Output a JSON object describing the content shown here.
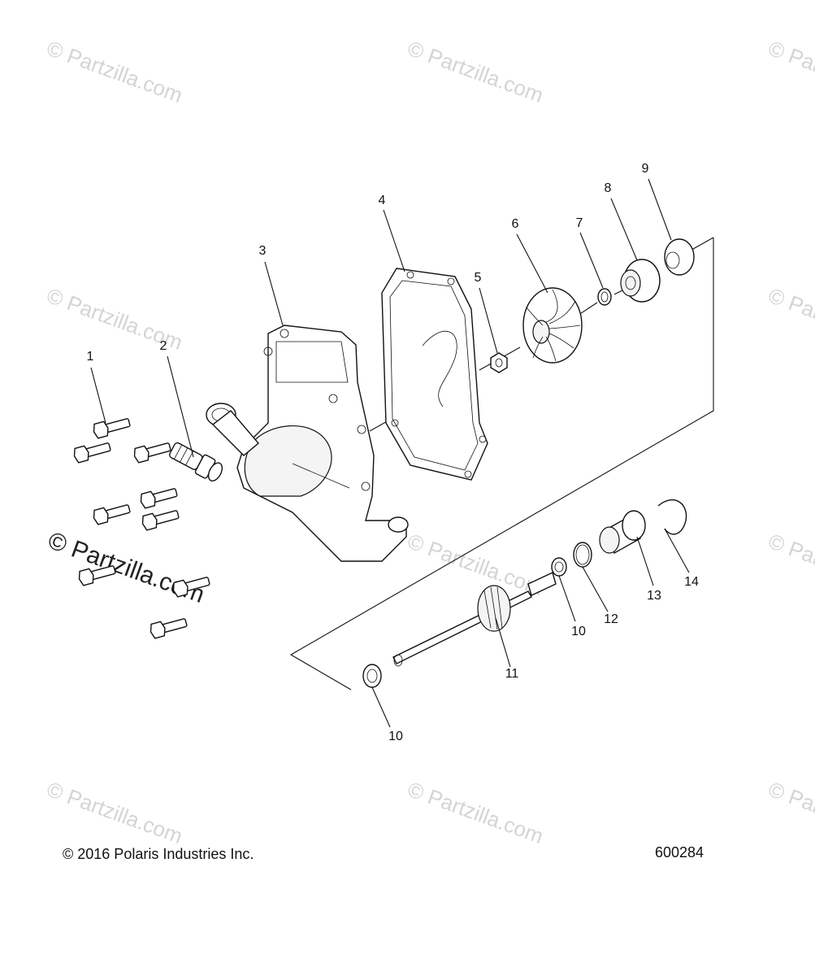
{
  "watermark": "© Partzilla.com",
  "parts": [
    {
      "id": "1",
      "label": "1"
    },
    {
      "id": "2",
      "label": "2"
    },
    {
      "id": "3",
      "label": "3"
    },
    {
      "id": "4",
      "label": "4"
    },
    {
      "id": "5",
      "label": "5"
    },
    {
      "id": "6",
      "label": "6"
    },
    {
      "id": "7",
      "label": "7"
    },
    {
      "id": "8",
      "label": "8"
    },
    {
      "id": "9",
      "label": "9"
    },
    {
      "id": "10a",
      "label": "10"
    },
    {
      "id": "11",
      "label": "11"
    },
    {
      "id": "12",
      "label": "12"
    },
    {
      "id": "13",
      "label": "13"
    },
    {
      "id": "14",
      "label": "14"
    },
    {
      "id": "10b",
      "label": "10"
    }
  ],
  "footer": {
    "copyright": "© 2016 Polaris Industries Inc.",
    "drawing_number": "600284"
  }
}
